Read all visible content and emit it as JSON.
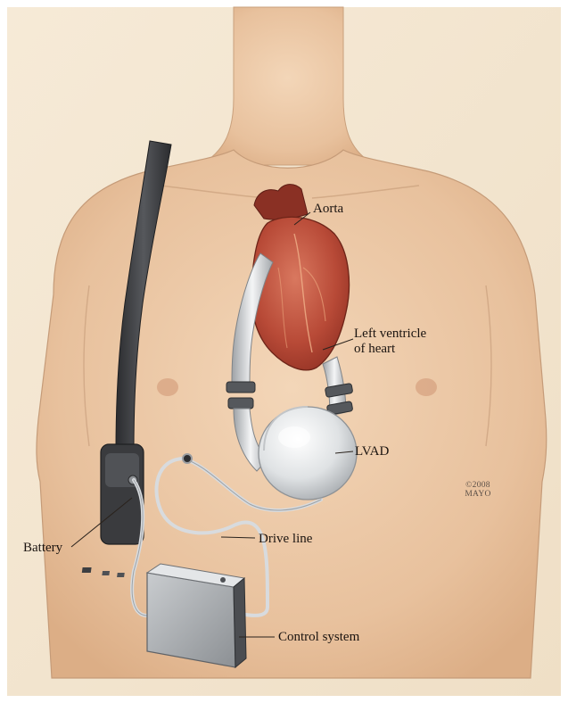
{
  "labels": {
    "aorta": "Aorta",
    "left_ventricle_line1": "Left ventricle",
    "left_ventricle_line2": "of heart",
    "lvad": "LVAD",
    "battery": "Battery",
    "drive_line": "Drive line",
    "control_system": "Control system"
  },
  "copyright": {
    "year": "©2008",
    "owner": "MAYO"
  },
  "icons": {
    "strap": "shoulder-strap",
    "battery": "battery-pack",
    "controller": "control-unit",
    "pump": "lvad-pump",
    "heart": "heart"
  },
  "colors": {
    "paper": "#f4e7d3",
    "skin": "#ecc9a7",
    "heart": "#b44a3b",
    "device": "#d9dcde",
    "strap": "#3b3c3f"
  }
}
